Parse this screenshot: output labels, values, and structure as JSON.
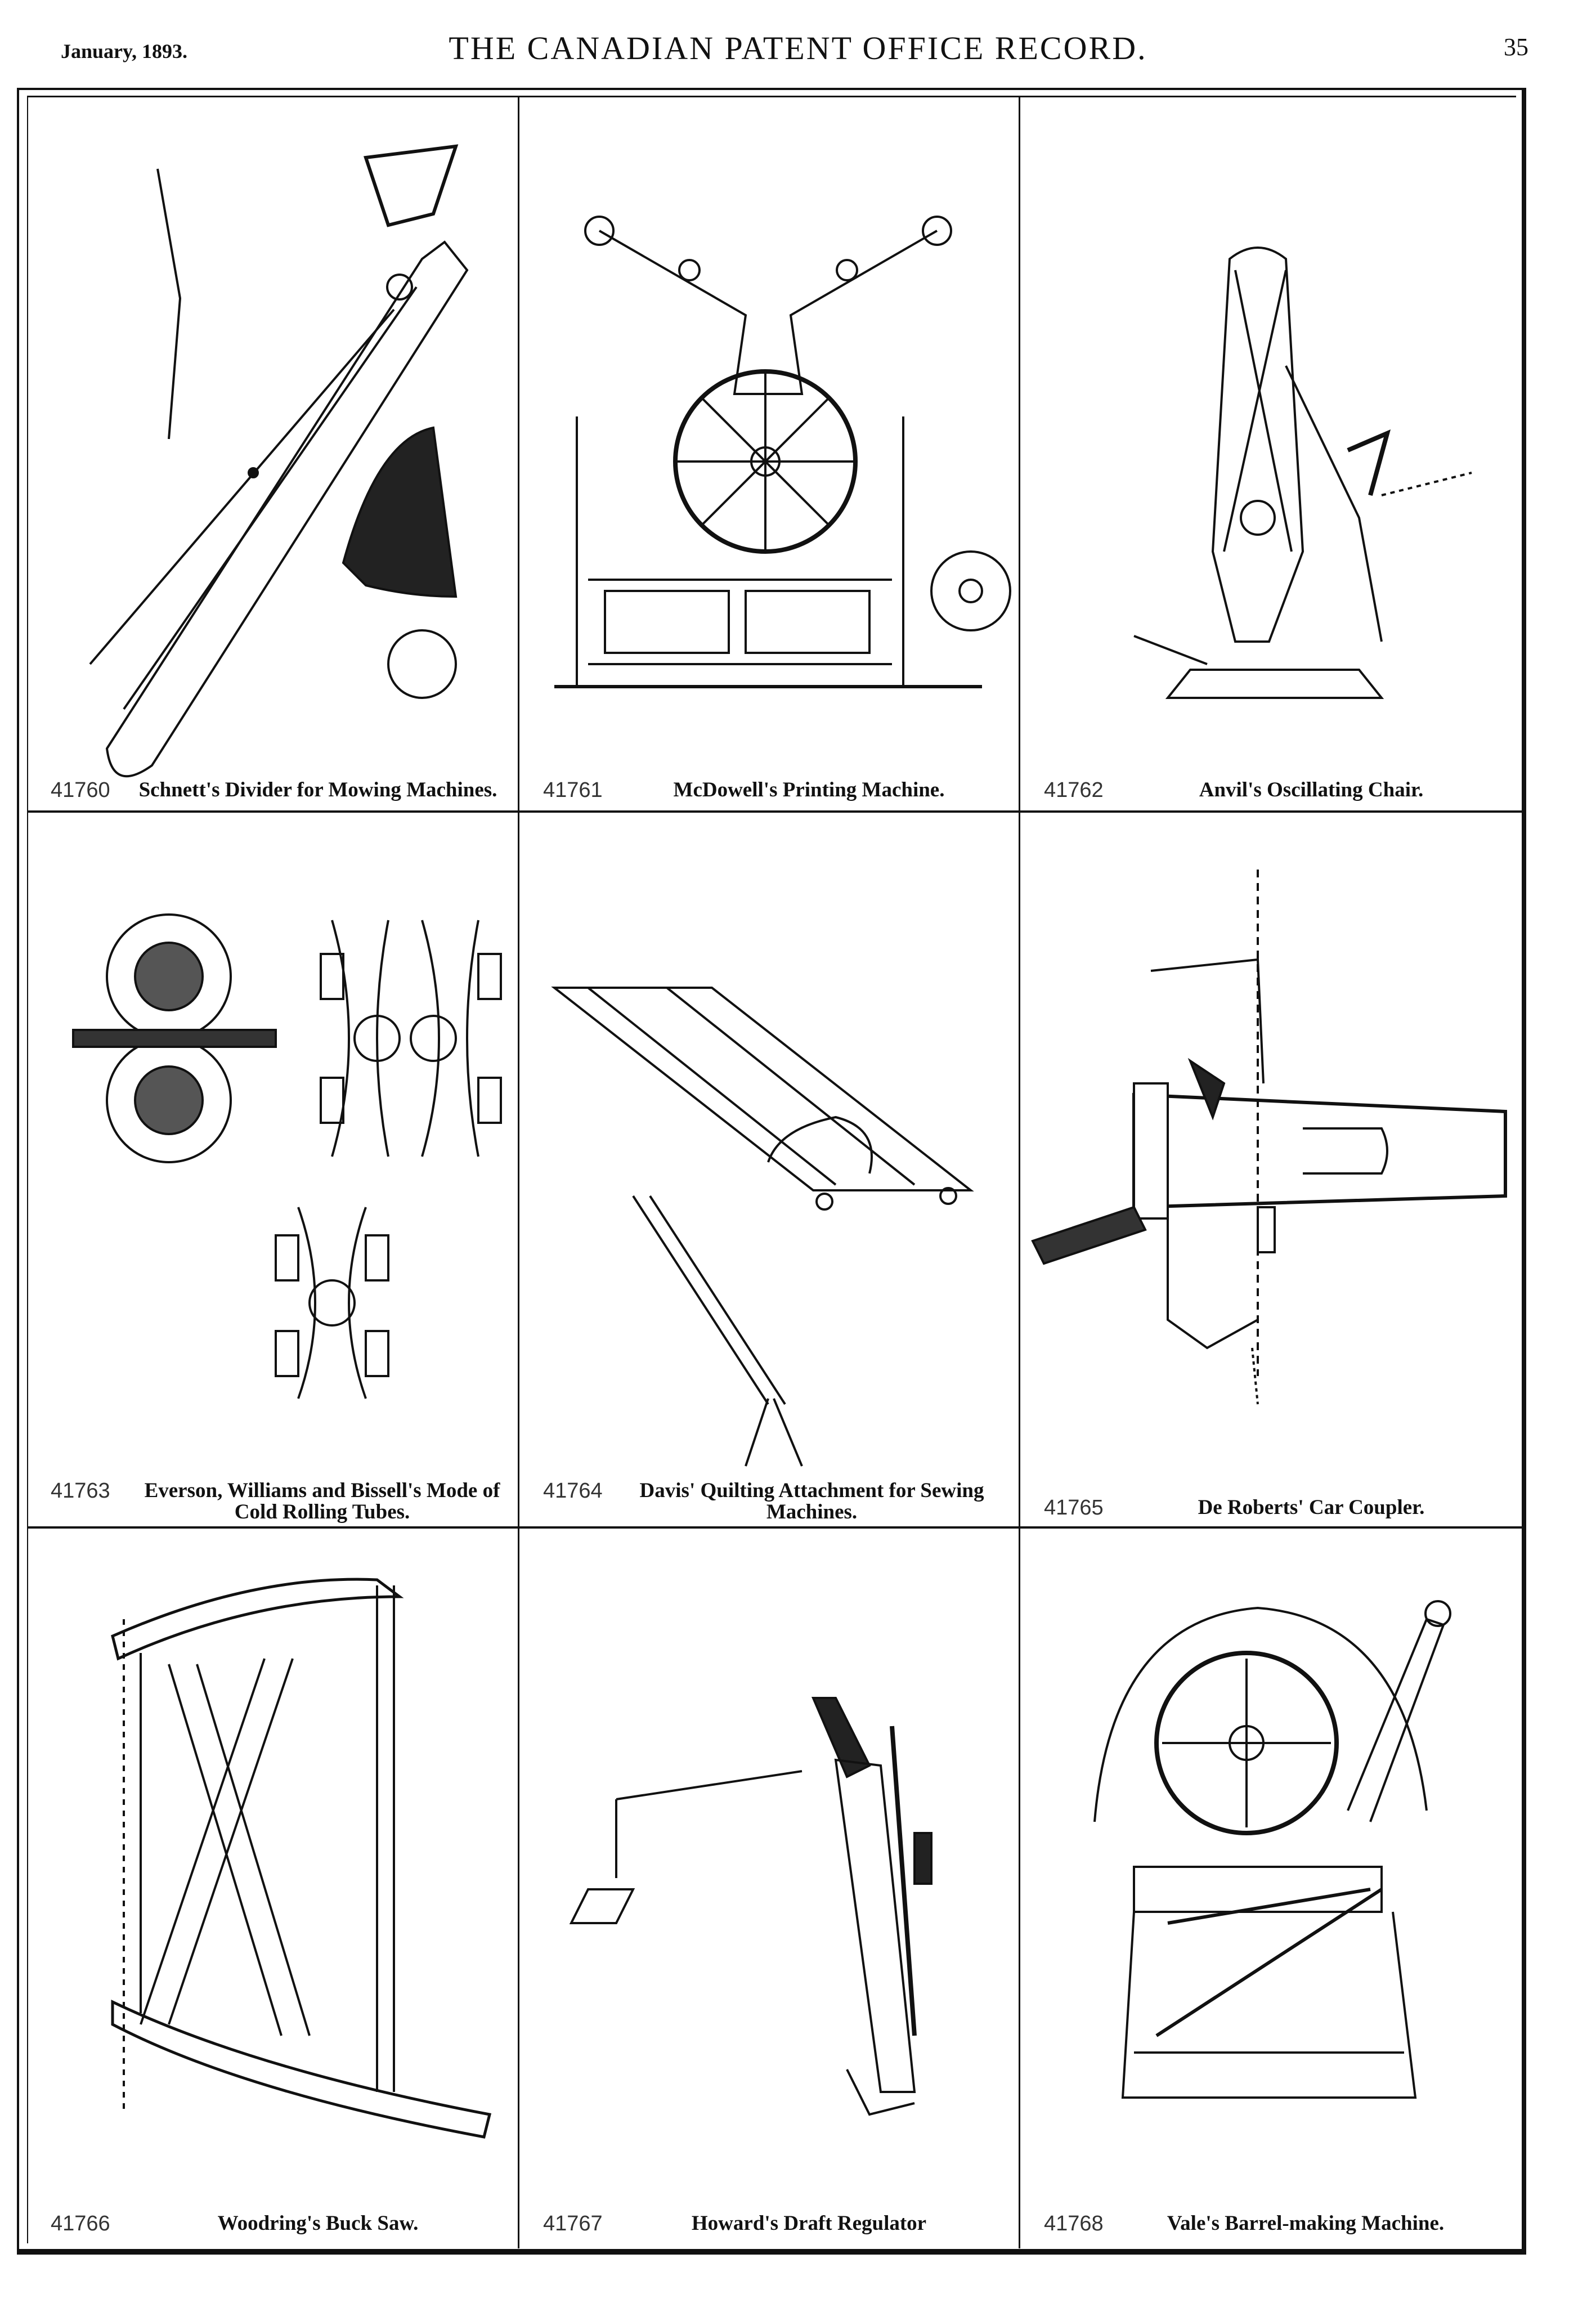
{
  "header": {
    "date": "January, 1893.",
    "title": "THE CANADIAN PATENT OFFICE RECORD.",
    "page_number": "35"
  },
  "patents": [
    {
      "number": "41760",
      "title": "Schnett's Divider for Mowing Machines."
    },
    {
      "number": "41761",
      "title": "McDowell's Printing Machine."
    },
    {
      "number": "41762",
      "title": "Anvil's Oscillating Chair."
    },
    {
      "number": "41763",
      "title": "Everson, Williams and Bissell's Mode of Cold Rolling Tubes."
    },
    {
      "number": "41764",
      "title": "Davis' Quilting Attachment for Sewing Machines."
    },
    {
      "number": "41765",
      "title": "De Roberts' Car Coupler."
    },
    {
      "number": "41766",
      "title": "Woodring's Buck Saw."
    },
    {
      "number": "41767",
      "title": "Howard's Draft Regulator"
    },
    {
      "number": "41768",
      "title": "Vale's Barrel-making Machine."
    }
  ]
}
